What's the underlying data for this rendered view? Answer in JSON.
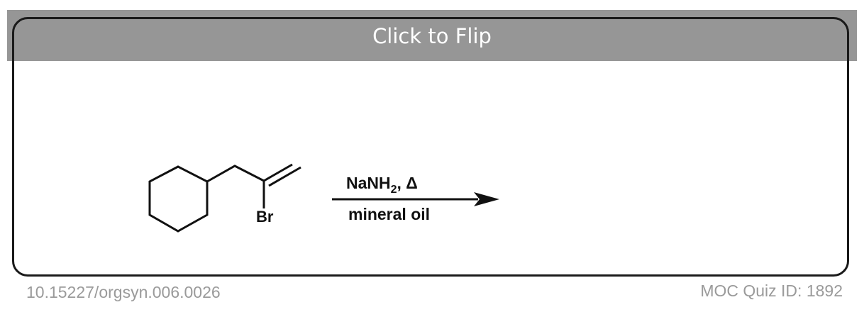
{
  "header": {
    "flip_label": "Click to Flip"
  },
  "scheme": {
    "substituent_label": "Br",
    "reagent_main": "NaNH",
    "reagent_subscript": "2",
    "reagent_suffix": ", Δ",
    "solvent": "mineral oil"
  },
  "footer": {
    "doi": "10.15227/orgsyn.006.0026",
    "quiz_id": "MOC Quiz ID: 1892"
  },
  "colors": {
    "header_bg": "#969696",
    "card_border": "#1a1a1a",
    "footer_text": "#9a9a9a"
  }
}
